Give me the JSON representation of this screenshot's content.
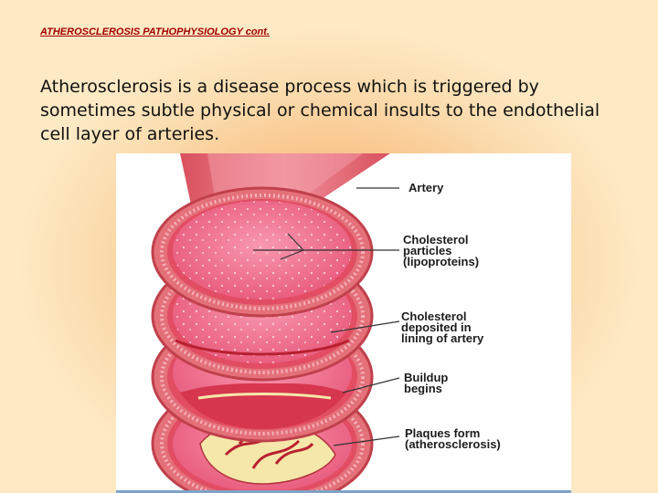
{
  "slide": {
    "heading": "ATHEROSCLEROSIS PATHOPHYSIOLOGY cont.",
    "body_text": "Atherosclerosis is a disease process which is triggered by sometimes subtle physical or chemical insults to the endothelial cell layer of arteries."
  },
  "figure": {
    "labels": {
      "artery": "Artery",
      "cholesterol_particles": [
        "Cholesterol",
        "particles",
        "(lipoproteins)"
      ],
      "cholesterol_deposited": [
        "Cholesterol",
        "deposited in",
        "lining of artery"
      ],
      "buildup": [
        "Buildup",
        "begins"
      ],
      "plaques": [
        "Plaques form",
        "(atherosclerosis)"
      ]
    }
  },
  "colors": {
    "artery_wall": "#e4707a",
    "lumen": "#f27a97",
    "plaque": "#f5e7a9",
    "heading": "#a00000"
  }
}
